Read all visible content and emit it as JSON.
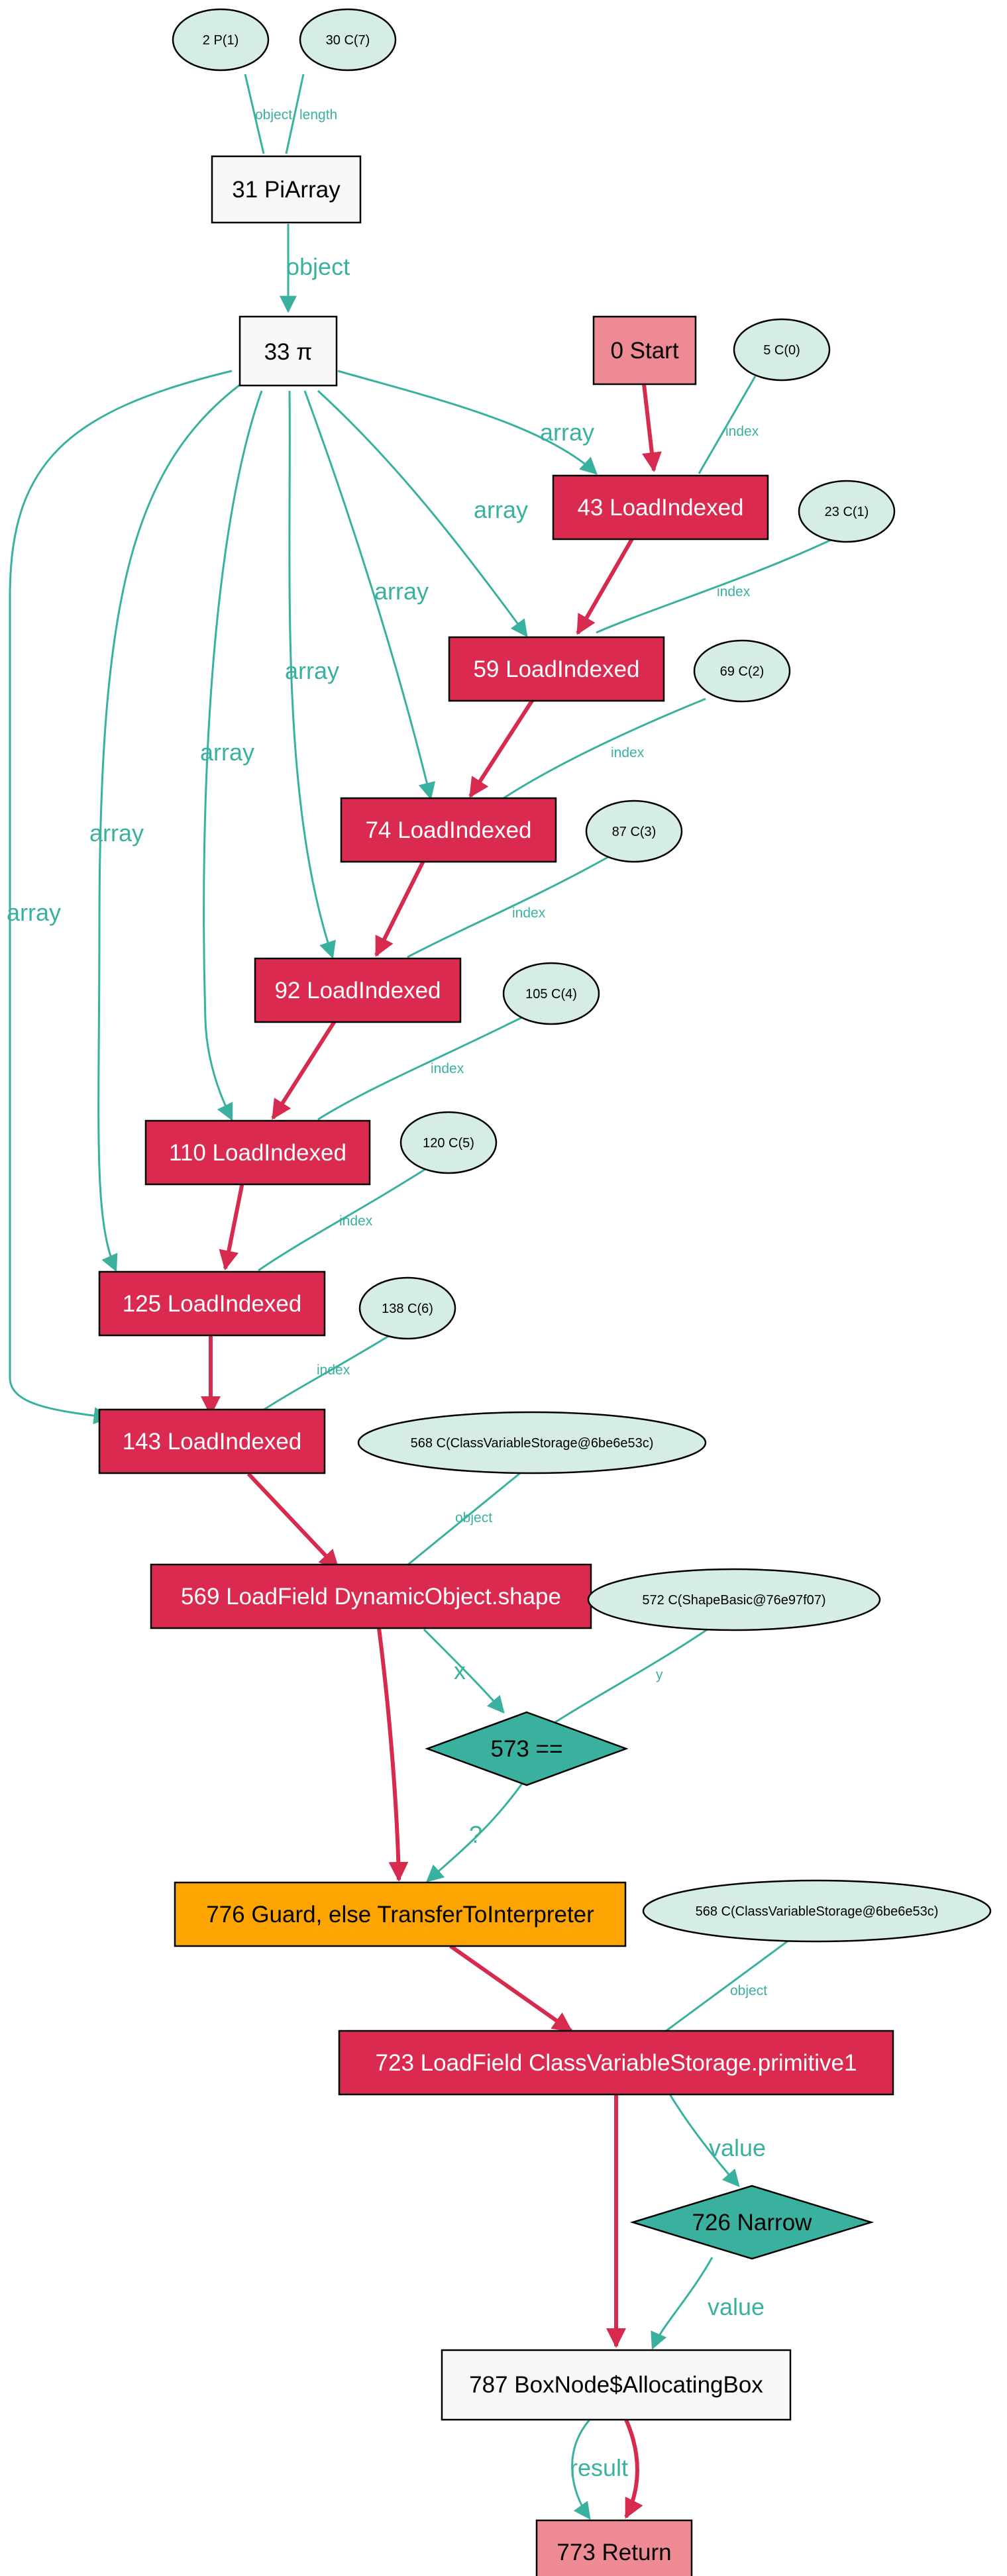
{
  "colors": {
    "data_edge": "#3ab19f",
    "control_edge": "#d62a4e",
    "fixed_node": "#db2a4f",
    "start_return_node": "#ee8a94",
    "guard_node": "#fca502",
    "float_node": "#3ab19f",
    "constant_node": "#d6ede6",
    "plain_node": "#f8f8f8"
  },
  "nodes": {
    "n2": "2 P(1)",
    "n30": "30 C(7)",
    "n31": "31 PiArray",
    "n33": "33 π",
    "n0": "0 Start",
    "n5": "5 C(0)",
    "n43": "43 LoadIndexed",
    "n23": "23 C(1)",
    "n59": "59 LoadIndexed",
    "n69": "69 C(2)",
    "n74": "74 LoadIndexed",
    "n87": "87 C(3)",
    "n92": "92 LoadIndexed",
    "n105": "105 C(4)",
    "n110": "110 LoadIndexed",
    "n120": "120 C(5)",
    "n125": "125 LoadIndexed",
    "n138": "138 C(6)",
    "n143": "143 LoadIndexed",
    "n568a": "568 C(ClassVariableStorage@6be6e53c)",
    "n569": "569 LoadField DynamicObject.shape",
    "n572": "572 C(ShapeBasic@76e97f07)",
    "n573": "573 ==",
    "n776": "776 Guard, else TransferToInterpreter",
    "n568b": "568 C(ClassVariableStorage@6be6e53c)",
    "n723": "723 LoadField ClassVariableStorage.primitive1",
    "n726": "726 Narrow",
    "n787": "787 BoxNode$AllocatingBox",
    "n773": "773 Return"
  },
  "edge_labels": {
    "object": "object",
    "length": "length",
    "array": "array",
    "index": "index",
    "x": "x",
    "y": "y",
    "condition": "?",
    "value": "value",
    "result": "result"
  }
}
